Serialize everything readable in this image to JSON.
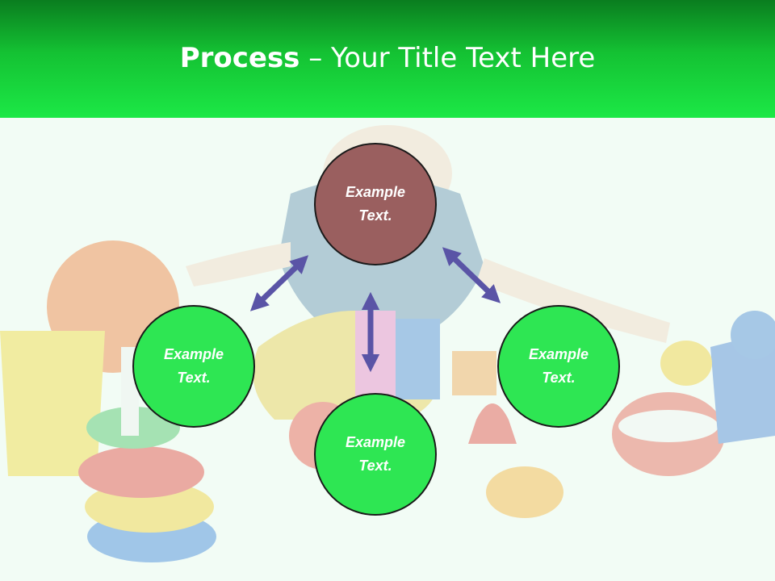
{
  "slide": {
    "title_bold": "Process",
    "title_rest": " – Your Title Text Here"
  },
  "nodes": {
    "top": {
      "label": "Example Text.",
      "color": "#9a5f5f"
    },
    "left": {
      "label": "Example Text.",
      "color": "#2ee653"
    },
    "right": {
      "label": "Example Text.",
      "color": "#2ee653"
    },
    "bottom": {
      "label": "Example Text.",
      "color": "#2ee653"
    }
  },
  "colors": {
    "header": "#14c233",
    "arrow": "#5a54a6"
  }
}
